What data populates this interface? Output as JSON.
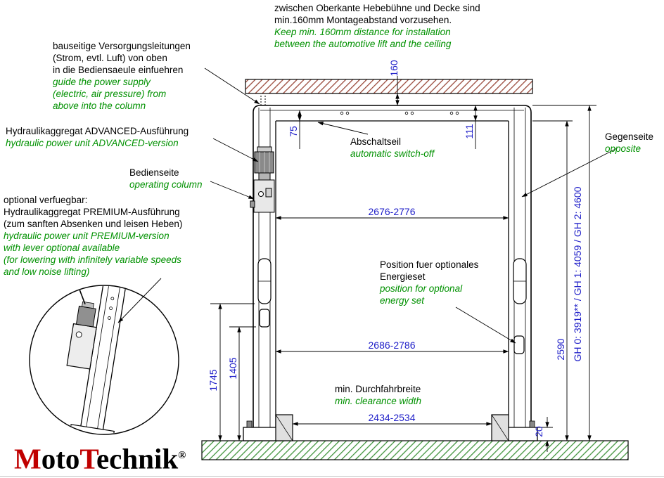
{
  "drawing": {
    "type": "two-post automotive lift installation drawing"
  },
  "colors": {
    "dimension_text": "#1e1ec8",
    "annotation_de": "#000000",
    "annotation_en": "#009100",
    "ceiling_hatch": "#9a4a3b",
    "floor_hatch": "#43953f",
    "logo_red": "#c00000"
  },
  "notes": {
    "ceiling": {
      "de": [
        "zwischen Oberkante Hebebühne und Decke sind",
        "min.160mm Montageabstand vorzusehen."
      ],
      "en": [
        "Keep min. 160mm distance for installation",
        "between the automotive lift and the ceiling"
      ]
    },
    "supply": {
      "de": [
        "bauseitige Versorgungsleitungen",
        "(Strom, evtl. Luft) von oben",
        "in die Bediensaeule einfuehren"
      ],
      "en": [
        "guide the power supply",
        "(electric, air pressure) from",
        "above into the column"
      ]
    },
    "advanced": {
      "de": [
        "Hydraulikaggregat ADVANCED-Ausführung"
      ],
      "en": [
        "hydraulic power unit ADVANCED-version"
      ]
    },
    "operating": {
      "de": [
        "Bedienseite"
      ],
      "en": [
        "operating column"
      ]
    },
    "premium": {
      "de": [
        "optional verfuegbar:",
        "Hydraulikaggregat PREMIUM-Ausführung",
        "(zum sanften Absenken und leisen Heben)"
      ],
      "en": [
        "hydraulic power unit PREMIUM-version",
        "with lever optional available",
        "(for lowering with infinitely variable speeds",
        "and low noise lifting)"
      ]
    },
    "switch_off": {
      "de": [
        "Abschaltseil"
      ],
      "en": [
        "automatic switch-off"
      ]
    },
    "opposite": {
      "de": [
        "Gegenseite"
      ],
      "en": [
        "opposite"
      ]
    },
    "energy_set": {
      "de": [
        "Position fuer optionales",
        "Energieset"
      ],
      "en": [
        "position for optional",
        "energy set"
      ]
    },
    "clearance": {
      "de": [
        "min. Durchfahrbreite"
      ],
      "en": [
        "min. clearance width"
      ]
    }
  },
  "dims": {
    "ceiling_gap": "160",
    "beam_offset_left": "75",
    "beam_offset_right": "111",
    "inner_width_top": "2676-2776",
    "inner_width_mid": "2686-2786",
    "clearance_width": "2434-2534",
    "height_outer": "1745",
    "height_inner": "1405",
    "clear_height": "2590",
    "base_plate_height": "20",
    "overall_heights": "GH 0: 3919** / GH 1: 4059 / GH 2: 4600"
  },
  "logo": {
    "m": "M",
    "oto": "oto",
    "t": "T",
    "echnik": "echnik",
    "reg": "®"
  }
}
